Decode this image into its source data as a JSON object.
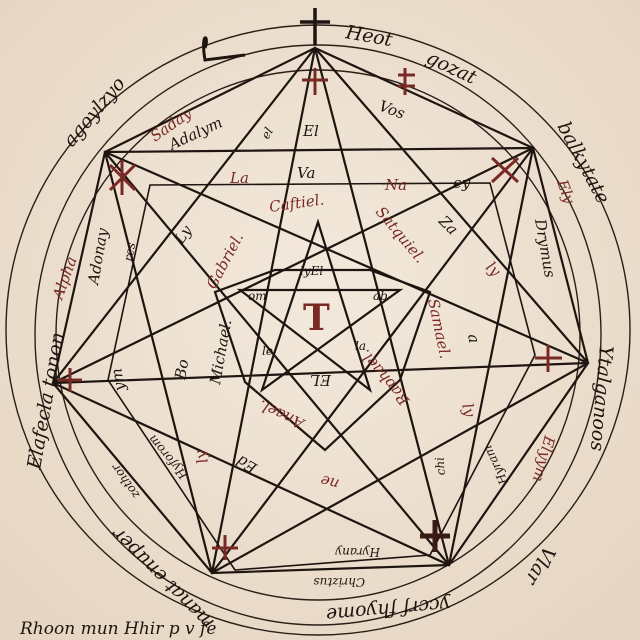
{
  "manuscript": {
    "outer_ring": [
      "Heot",
      "gozat",
      "balkytate",
      "Ytalganoos",
      "Vlar",
      "yccrf fhyome",
      "manat enuper",
      "Elafecla tonon",
      "agoylzyo"
    ],
    "inner_ring": [
      "Saday",
      "Vos",
      "Ely",
      "Elyym",
      "Chriztus",
      "zothor",
      "Alpha"
    ],
    "star_names": [
      "Adalym",
      "Adonay",
      "Drymus",
      "Hyram",
      "Hyrany",
      "Hyforom"
    ],
    "angels": [
      "Caftiel.",
      "Satquiel.",
      "Samael.",
      "Raphael.",
      "Anael.",
      "Michael.",
      "Gabriel."
    ],
    "letters": [
      "El",
      "Va",
      "La",
      "Na",
      "ey",
      "el",
      "res",
      "Ly",
      "Za",
      "ly",
      "a",
      "ly",
      "chi",
      "ne",
      "Ed",
      "ym",
      "Bo",
      "ly"
    ],
    "center": {
      "main": "T",
      "top": "lyEl",
      "left": "om",
      "right": "ab",
      "lower_left": "le",
      "lower_right": "la",
      "bottom": "EL"
    },
    "bottom_text": "Rhoon mun Hhir p v fe"
  },
  "colors": {
    "paper": "#efe3d4",
    "ink": "#1e1510",
    "red_ink": "#7a2a25"
  }
}
